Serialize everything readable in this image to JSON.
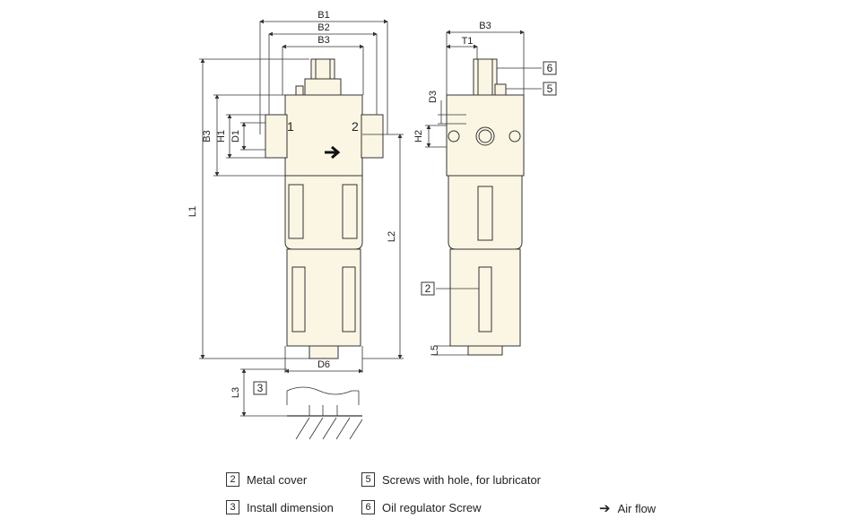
{
  "dimensions": {
    "b1": "B1",
    "b2": "B2",
    "b3": "B3",
    "b3_side": "B3",
    "b3_right": "B3",
    "h1": "H1",
    "d1": "D1",
    "l1": "L1",
    "l2": "L2",
    "l3": "L3",
    "d6": "D6",
    "t1": "T1",
    "d3": "D3",
    "h2": "H2",
    "l5": "L5"
  },
  "ports": {
    "inlet": "1",
    "outlet": "2"
  },
  "part_tags": {
    "metal_cover": "2",
    "install_dimension": "3",
    "lubricator_screw": "5",
    "oil_regulator": "6"
  },
  "legend": {
    "items": [
      {
        "number": "2",
        "label": "Metal cover"
      },
      {
        "number": "3",
        "label": "Install dimension"
      },
      {
        "number": "5",
        "label": "Screws with hole, for lubricator"
      },
      {
        "number": "6",
        "label": "Oil regulator Screw"
      }
    ],
    "air_flow_symbol": "➔",
    "air_flow_label": "Air flow"
  },
  "colors": {
    "body_fill": "#fbf6e4",
    "line": "#333333"
  }
}
